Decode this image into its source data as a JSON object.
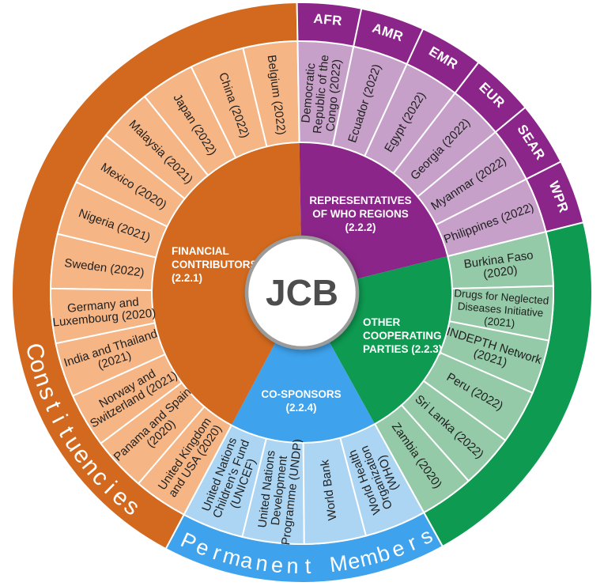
{
  "chart_data": {
    "type": "sunburst",
    "center_label": "JCB",
    "rings": [
      "categories (inner)",
      "members (middle)",
      "groupings (outer)"
    ],
    "sectors": [
      {
        "name": "financial-contributors",
        "label_lines": [
          "FINANCIAL",
          "CONTRIBUTORS",
          "(2.2.1)"
        ],
        "color": "#D2691E",
        "member_color": "#F5B585",
        "start_angle": 91,
        "end_angle": 242,
        "order": "ccw",
        "text_direction": "inward",
        "outer_band": {
          "type": "arc-text",
          "text": "Constituencies",
          "text_start": 192.5,
          "text_end": 231.5,
          "font_size": 30
        },
        "members": [
          {
            "lines": [
              "Belgium (2022)"
            ]
          },
          {
            "lines": [
              "China (2022)"
            ]
          },
          {
            "lines": [
              "Japan (2022)"
            ]
          },
          {
            "lines": [
              "Malaysia (2021)"
            ]
          },
          {
            "lines": [
              "Mexico (2020)"
            ]
          },
          {
            "lines": [
              "Nigeria (2021)"
            ]
          },
          {
            "lines": [
              "Sweden (2022)"
            ]
          },
          {
            "lines": [
              "Germany and",
              "Luxembourg (2020)"
            ]
          },
          {
            "lines": [
              "India and Thailand",
              "(2021)"
            ]
          },
          {
            "lines": [
              "Norway and",
              "Switzerland (2021)"
            ]
          },
          {
            "lines": [
              "Panama and Spain",
              "(2020)"
            ]
          },
          {
            "lines": [
              "United Kingdom",
              "and USA (2020)"
            ]
          }
        ]
      },
      {
        "name": "who-regions",
        "label_lines": [
          "REPRESENTATIVES",
          "OF WHO REGIONS",
          "(2.2.2)"
        ],
        "color": "#8B2589",
        "member_color": "#C6A0C9",
        "start_angle": 14,
        "end_angle": 91,
        "order": "cw",
        "text_direction": "outward",
        "outer_band": {
          "type": "segments"
        },
        "members": [
          {
            "lines": [
              "Democratic",
              "Republic of the",
              "Congo (2022)"
            ],
            "region": "AFR"
          },
          {
            "lines": [
              "Ecuador (2022)"
            ],
            "region": "AMR"
          },
          {
            "lines": [
              "Egypt (2022)"
            ],
            "region": "EMR"
          },
          {
            "lines": [
              "Georgia (2022)"
            ],
            "region": "EUR"
          },
          {
            "lines": [
              "Myanmar (2022)"
            ],
            "region": "SEAR"
          },
          {
            "lines": [
              "Philippines (2022)"
            ],
            "region": "WPR"
          }
        ]
      },
      {
        "name": "other-cooperating-parties",
        "label_lines": [
          "OTHER",
          "COOPERATING",
          "PARTIES  (2.2.3)"
        ],
        "color": "#0E9B51",
        "member_color": "#94CAA8",
        "start_angle": 299,
        "end_angle": 374,
        "order": "cw",
        "text_direction": "outward",
        "outer_band": {
          "type": "plain"
        },
        "members": [
          {
            "lines": [
              "Burkina Faso",
              "(2020)"
            ]
          },
          {
            "lines": [
              "Drugs for Neglected",
              "Diseases Initiative",
              "(2021)"
            ]
          },
          {
            "lines": [
              "INDEPTH Network",
              "(2021)"
            ]
          },
          {
            "lines": [
              "Peru (2022)"
            ]
          },
          {
            "lines": [
              "Sri Lanka (2022)"
            ]
          },
          {
            "lines": [
              "Zambia (2020)"
            ]
          }
        ]
      },
      {
        "name": "co-sponsors",
        "label_lines": [
          "CO-SPONSORS",
          "(2.2.4)"
        ],
        "color": "#3EA2EC",
        "member_color": "#ABD5F2",
        "start_angle": 242,
        "end_angle": 299,
        "order": "ccw",
        "text_direction": "inward",
        "outer_band": {
          "type": "arc-text",
          "text": "Permanent Members",
          "text_start": 245.5,
          "text_end": 297,
          "font_size": 27
        },
        "members": [
          {
            "lines": [
              "United Nations",
              "Children's Fund",
              "(UNICEF)"
            ]
          },
          {
            "lines": [
              "United Nations",
              "Development",
              "Programme (UNDP)"
            ]
          },
          {
            "lines": [
              "World Bank"
            ]
          },
          {
            "lines": [
              "World Health",
              "Organization",
              "(WHO)"
            ]
          }
        ]
      }
    ],
    "colors": {
      "background": "#ffffff",
      "hub_fill": "#ffffff",
      "hub_stroke": "#9b9b9b",
      "member_text": "#1f1f1f",
      "label_text": "#ffffff",
      "center_text": "#4d4d4d",
      "separator": "#ffffff"
    }
  }
}
